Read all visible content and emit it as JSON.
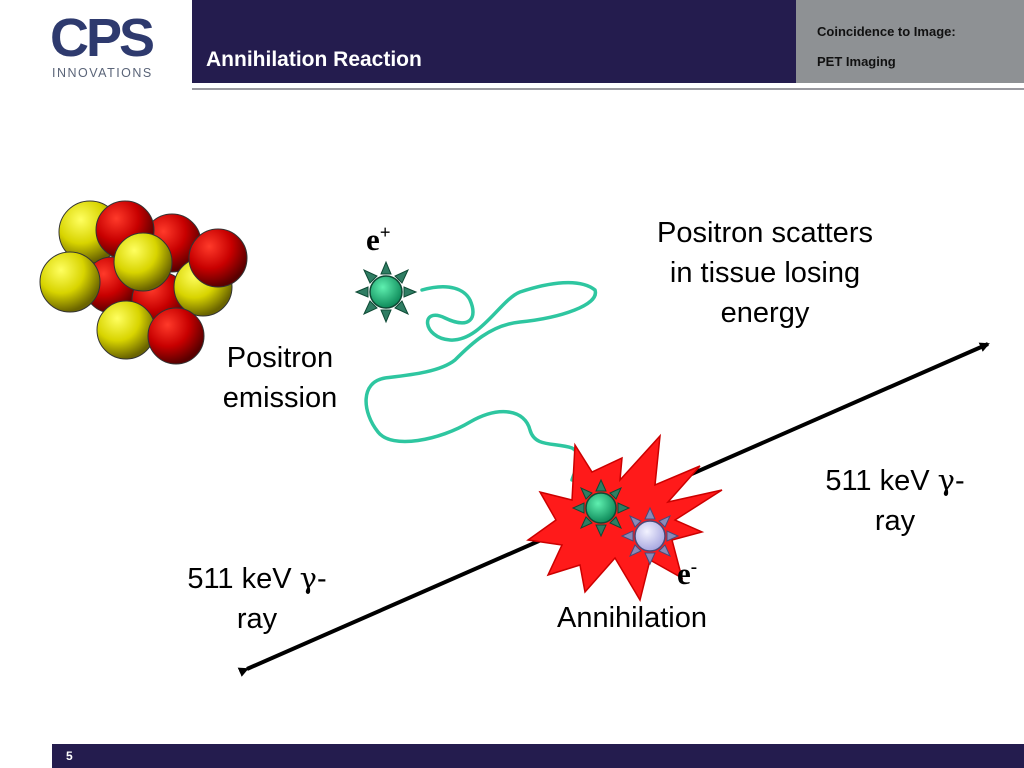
{
  "header": {
    "logo_main": "CPS",
    "logo_sub": "INNOVATIONS",
    "title": "Annihilation Reaction",
    "section_line1": "Coincidence to Image:",
    "section_line2": "PET Imaging"
  },
  "diagram": {
    "positron_symbol": "e",
    "positron_charge": "+",
    "electron_symbol": "e",
    "electron_charge": "-",
    "emission_line1": "Positron",
    "emission_line2": "emission",
    "scatter_line1": "Positron scatters",
    "scatter_line2": "in tissue losing",
    "scatter_line3": "energy",
    "gamma_right_prefix": "511 keV ",
    "gamma_right_symbol": "γ",
    "gamma_right_suffix": "-",
    "gamma_right_line2": "ray",
    "gamma_left_prefix": "511 keV ",
    "gamma_left_symbol": "γ",
    "gamma_left_suffix": "-",
    "gamma_left_line2": "ray",
    "annihilation_label": "Annihilation"
  },
  "footer": {
    "page_number": "5"
  },
  "colors": {
    "navy": "#241c4e",
    "gray": "#8e9194",
    "proton_red": "#cc0000",
    "neutron_yellow": "#e6e000",
    "positron_green": "#1fae7a",
    "electron_lavender": "#c8c8f0",
    "path_cyan": "#2ec6a0",
    "burst_red": "#ff1a1a"
  }
}
